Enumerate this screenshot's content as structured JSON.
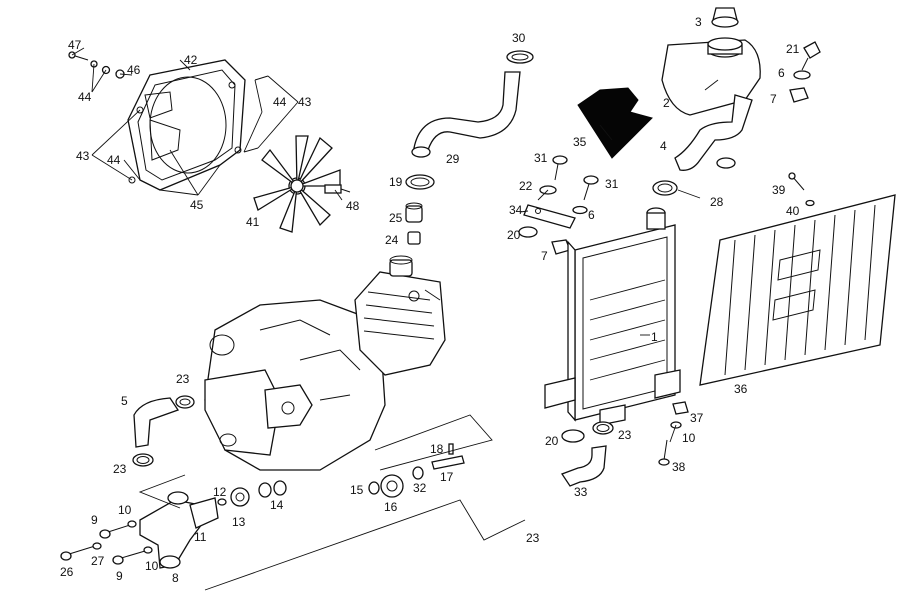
{
  "diagram": {
    "parts": [
      {
        "id": "p1",
        "label": "1"
      },
      {
        "id": "p2",
        "label": "2"
      },
      {
        "id": "p3",
        "label": "3"
      },
      {
        "id": "p4",
        "label": "4"
      },
      {
        "id": "p5",
        "label": "5"
      },
      {
        "id": "p6a",
        "label": "6"
      },
      {
        "id": "p6b",
        "label": "6"
      },
      {
        "id": "p7a",
        "label": "7"
      },
      {
        "id": "p7b",
        "label": "7"
      },
      {
        "id": "p8",
        "label": "8"
      },
      {
        "id": "p9a",
        "label": "9"
      },
      {
        "id": "p9b",
        "label": "9"
      },
      {
        "id": "p10a",
        "label": "10"
      },
      {
        "id": "p10b",
        "label": "10"
      },
      {
        "id": "p10c",
        "label": "10"
      },
      {
        "id": "p11",
        "label": "11"
      },
      {
        "id": "p12",
        "label": "12"
      },
      {
        "id": "p13",
        "label": "13"
      },
      {
        "id": "p14",
        "label": "14"
      },
      {
        "id": "p15",
        "label": "15"
      },
      {
        "id": "p16",
        "label": "16"
      },
      {
        "id": "p17",
        "label": "17"
      },
      {
        "id": "p18",
        "label": "18"
      },
      {
        "id": "p19",
        "label": "19"
      },
      {
        "id": "p20a",
        "label": "20"
      },
      {
        "id": "p20b",
        "label": "20"
      },
      {
        "id": "p21",
        "label": "21"
      },
      {
        "id": "p22",
        "label": "22"
      },
      {
        "id": "p23a",
        "label": "23"
      },
      {
        "id": "p23b",
        "label": "23"
      },
      {
        "id": "p23c",
        "label": "23"
      },
      {
        "id": "p23d",
        "label": "23"
      },
      {
        "id": "p24",
        "label": "24"
      },
      {
        "id": "p25",
        "label": "25"
      },
      {
        "id": "p26",
        "label": "26"
      },
      {
        "id": "p27",
        "label": "27"
      },
      {
        "id": "p28",
        "label": "28"
      },
      {
        "id": "p29",
        "label": "29"
      },
      {
        "id": "p30",
        "label": "30"
      },
      {
        "id": "p31a",
        "label": "31"
      },
      {
        "id": "p31b",
        "label": "31"
      },
      {
        "id": "p32",
        "label": "32"
      },
      {
        "id": "p33",
        "label": "33"
      },
      {
        "id": "p34",
        "label": "34"
      },
      {
        "id": "p35",
        "label": "35"
      },
      {
        "id": "p36",
        "label": "36"
      },
      {
        "id": "p37",
        "label": "37"
      },
      {
        "id": "p38",
        "label": "38"
      },
      {
        "id": "p39",
        "label": "39"
      },
      {
        "id": "p40",
        "label": "40"
      },
      {
        "id": "p41",
        "label": "41"
      },
      {
        "id": "p42",
        "label": "42"
      },
      {
        "id": "p43a",
        "label": "43"
      },
      {
        "id": "p43b",
        "label": "43"
      },
      {
        "id": "p44a",
        "label": "44"
      },
      {
        "id": "p44b",
        "label": "44"
      },
      {
        "id": "p44c",
        "label": "44"
      },
      {
        "id": "p45",
        "label": "45"
      },
      {
        "id": "p46",
        "label": "46"
      },
      {
        "id": "p47",
        "label": "47"
      },
      {
        "id": "p48",
        "label": "48"
      }
    ]
  }
}
